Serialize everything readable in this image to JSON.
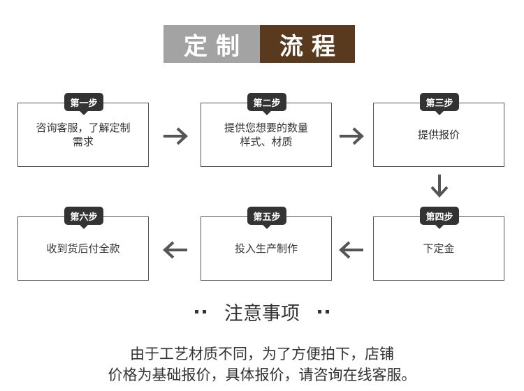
{
  "title": {
    "left": "定制",
    "right": "流程"
  },
  "steps": [
    {
      "badge": "第一步",
      "text": "咨询客服，了解定制\n需求"
    },
    {
      "badge": "第二步",
      "text": "提供您想要的数量\n样式、材质"
    },
    {
      "badge": "第三步",
      "text": "提供报价"
    },
    {
      "badge": "第四步",
      "text": "下定金"
    },
    {
      "badge": "第五步",
      "text": "投入生产制作"
    },
    {
      "badge": "第六步",
      "text": "收到货后付全款"
    }
  ],
  "notice": {
    "title": "注意事项",
    "lines": [
      "由于工艺材质不同，为了方便拍下，店铺",
      "价格为基础报价，具体报价，请咨询在线客服。"
    ]
  },
  "colors": {
    "banner_gray": "#a3a3a3",
    "banner_brown": "#5a3a1e",
    "badge_dark": "#333333",
    "arrow": "#555555"
  }
}
